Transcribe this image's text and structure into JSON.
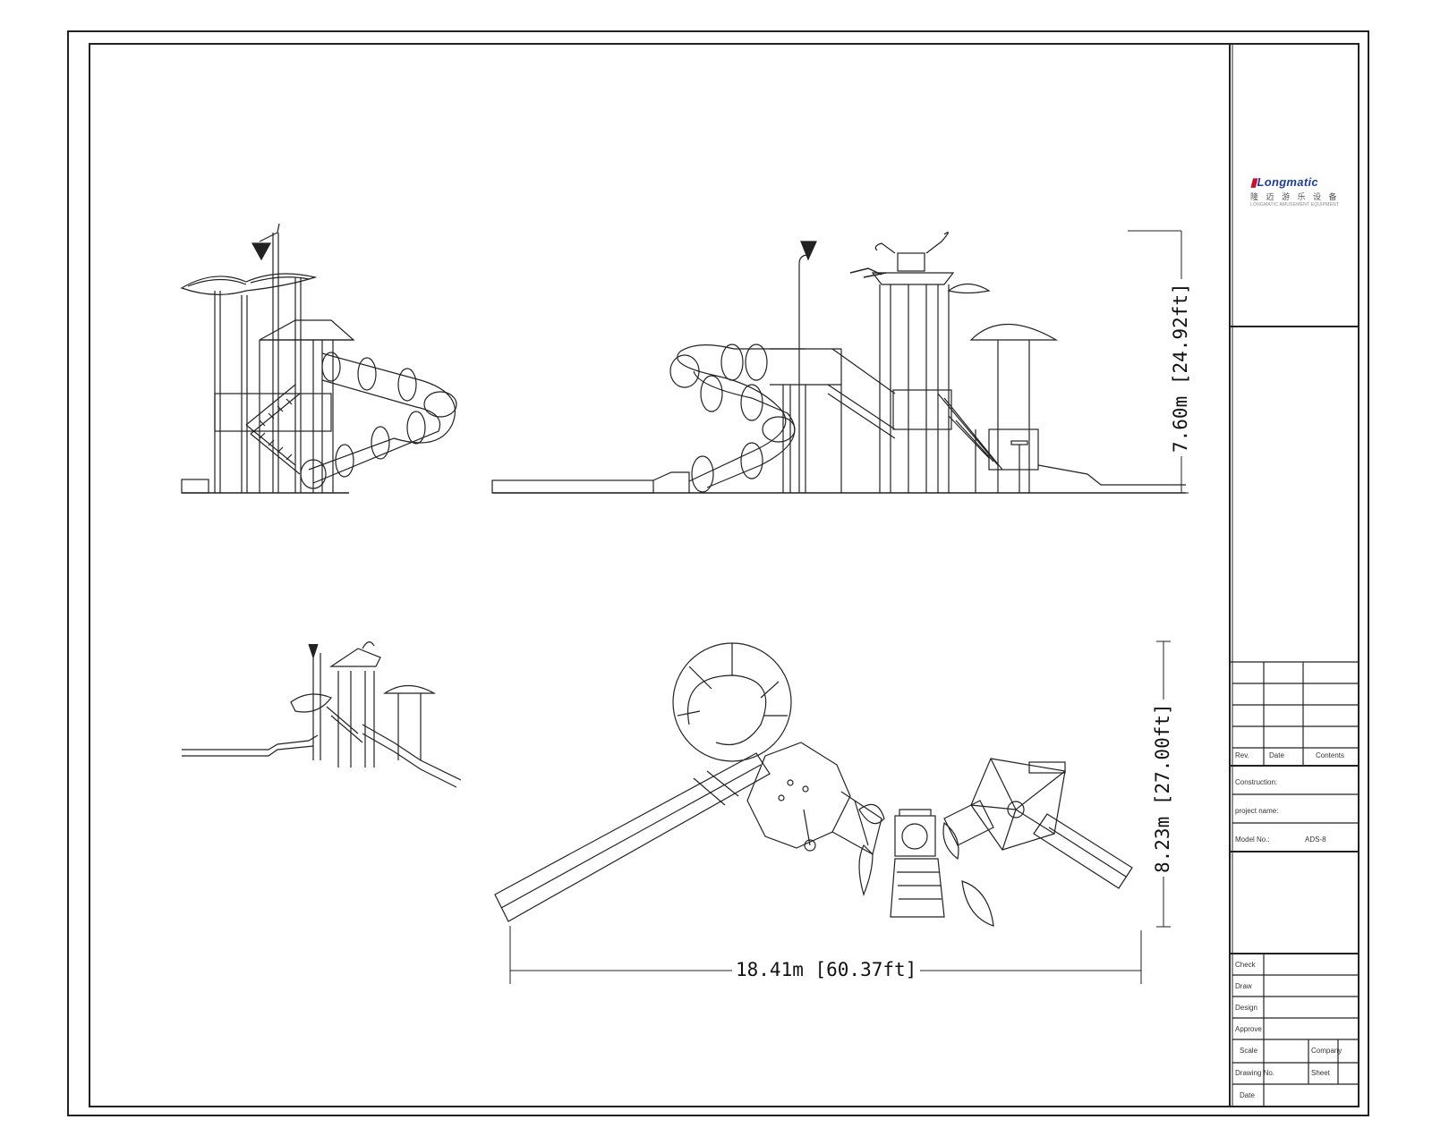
{
  "drawing": {
    "dimensions": {
      "height_side": "7.60m [24.92ft]",
      "width_plan": "18.41m [60.37ft]",
      "depth_plan": "8.23m [27.00ft]"
    }
  },
  "title_block": {
    "logo_text": "Longmatic",
    "logo_cn": "隆 迈 游 乐 设 备",
    "logo_en": "LONGMATIC AMUSEMENT EQUIPMENT",
    "revision_headers": [
      "Rev.",
      "Date",
      "Contents"
    ],
    "construction_label": "Construction:",
    "project_name_label": "project name:",
    "model_no_label": "Model No.:",
    "model_no_value": "ADS-8",
    "signature_rows": [
      "Check",
      "Draw",
      "Design",
      "Approve"
    ],
    "scale_label": "Scale",
    "company_label": "Company",
    "drawing_no_label": "Drawing No.",
    "sheet_label": "Sheet",
    "date_label": "Date"
  }
}
